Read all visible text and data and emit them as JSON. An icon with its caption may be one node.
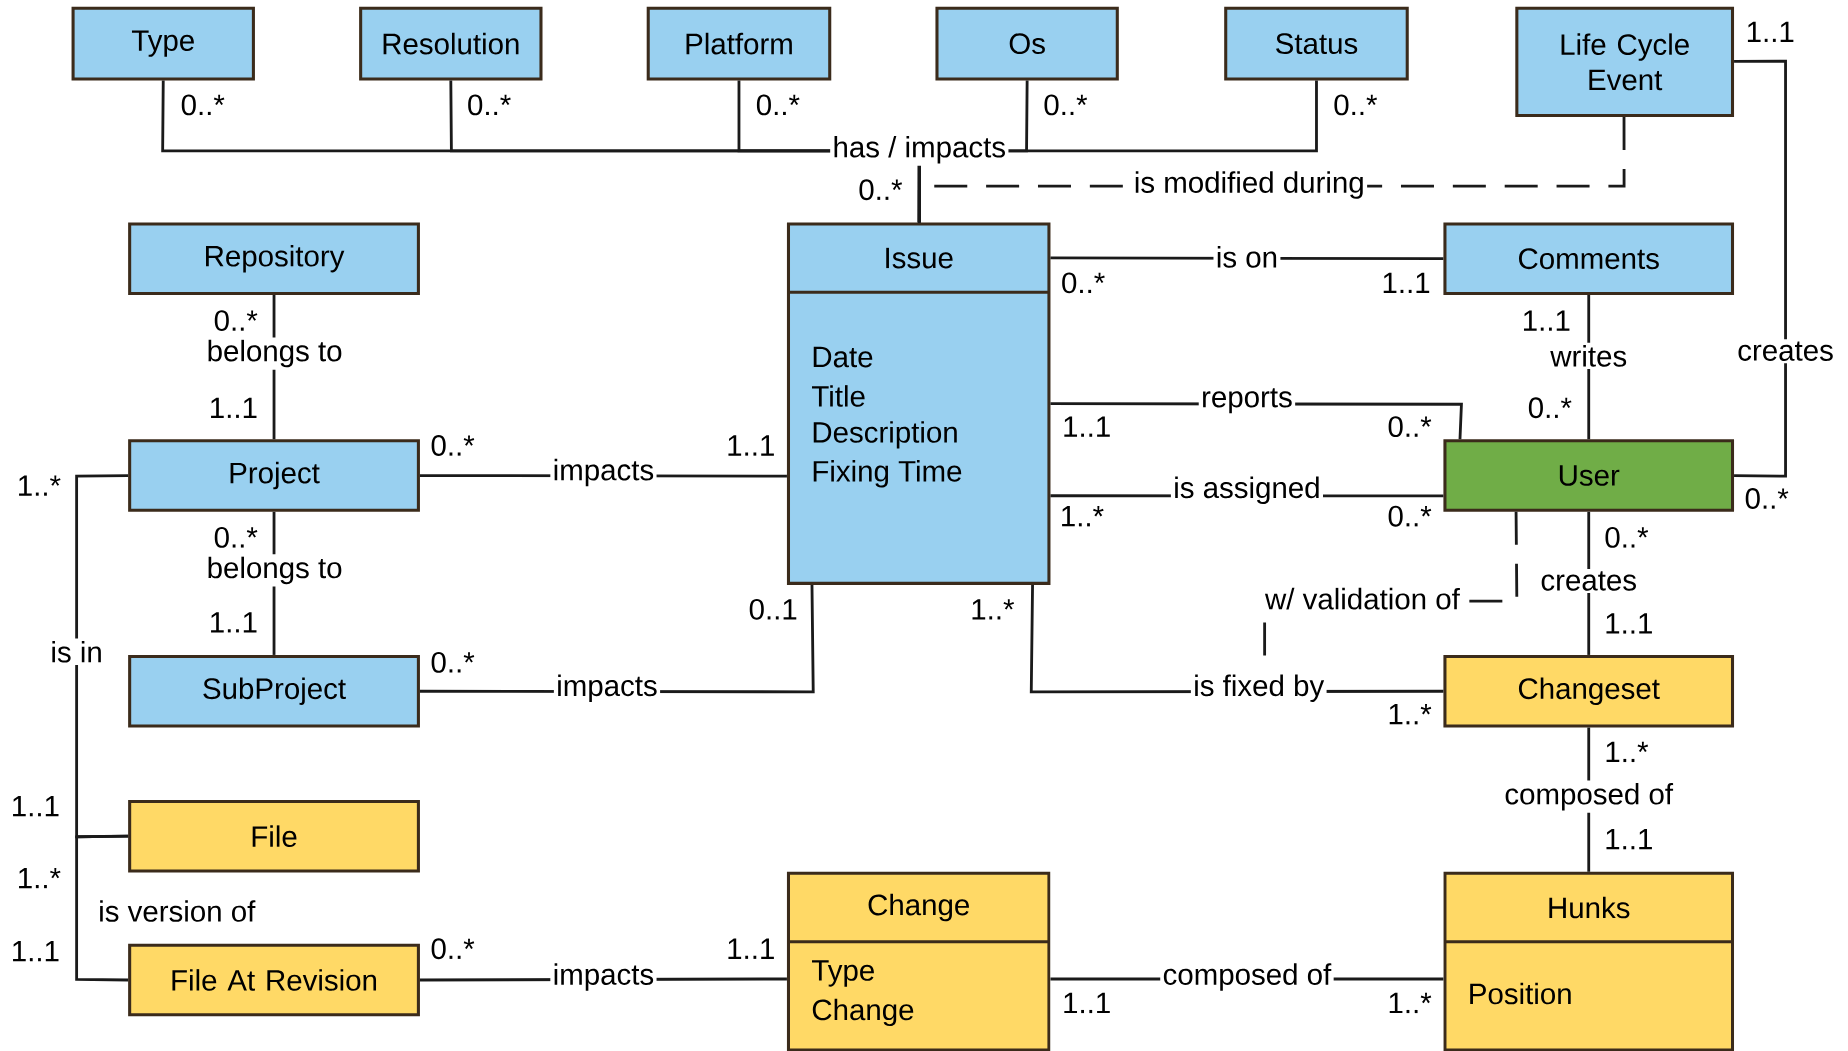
{
  "diagram": {
    "nodes": [
      {
        "text": [
          "Type"
        ]
      },
      {
        "text": [
          "Resolution"
        ]
      },
      {
        "text": [
          "Platform"
        ]
      },
      {
        "text": [
          "Os"
        ]
      },
      {
        "text": [
          "Status"
        ]
      },
      {
        "text": [
          "Life Cycle Event"
        ]
      },
      {
        "text": [
          "Repository"
        ]
      },
      {
        "text": [
          "Issue",
          "Date",
          "Title",
          "Description",
          "Fixing Time"
        ]
      },
      {
        "text": [
          "Comments"
        ]
      },
      {
        "text": [
          "Project"
        ]
      },
      {
        "text": [
          "User"
        ]
      },
      {
        "text": [
          "SubProject"
        ]
      },
      {
        "text": [
          "Changeset"
        ]
      },
      {
        "text": [
          "File"
        ]
      },
      {
        "text": [
          "Change",
          "Type",
          "Change"
        ]
      },
      {
        "text": [
          "Hunks",
          "Position"
        ]
      },
      {
        "text": [
          "File At Revision"
        ]
      }
    ],
    "edges": [
      {
        "from": 0,
        "to": 7,
        "arrow": "none"
      },
      {
        "from": 1,
        "to": 7,
        "arrow": "none"
      },
      {
        "from": 2,
        "to": 7,
        "arrow": "none",
        "label": "has / impacts"
      },
      {
        "from": 3,
        "to": 7,
        "arrow": "none"
      },
      {
        "from": 4,
        "to": 7,
        "arrow": "none"
      },
      {
        "from": 5,
        "to": 7,
        "arrow": "none",
        "label": "is modified during",
        "style": "dashed"
      },
      {
        "from": 7,
        "to": 8,
        "arrow": "none",
        "label": "is on"
      },
      {
        "from": 8,
        "to": 10,
        "arrow": "none",
        "label": "writes"
      },
      {
        "from": 5,
        "to": 10,
        "arrow": "none",
        "label": "creates"
      },
      {
        "from": 6,
        "to": 9,
        "arrow": "none",
        "label": "belongs to"
      },
      {
        "from": 9,
        "to": 7,
        "arrow": "none",
        "label": "impacts"
      },
      {
        "from": 7,
        "to": 10,
        "arrow": "none",
        "label": "reports"
      },
      {
        "from": 7,
        "to": 10,
        "arrow": "none",
        "label": "is assigned"
      },
      {
        "from": 9,
        "to": 11,
        "arrow": "none",
        "label": "belongs to"
      },
      {
        "from": 10,
        "to": 12,
        "arrow": "none",
        "label": "creates"
      },
      {
        "from": 11,
        "to": 7,
        "arrow": "none",
        "label": "impacts"
      },
      {
        "from": 7,
        "to": 12,
        "arrow": "none",
        "label": "is fixed by"
      },
      {
        "from": 10,
        "to": null,
        "arrow": "none",
        "label": "w/ validation of",
        "style": "dashed"
      },
      {
        "from": 9,
        "to": 13,
        "arrow": "none",
        "label": "is in"
      },
      {
        "from": 12,
        "to": 15,
        "arrow": "none",
        "label": "composed of"
      },
      {
        "from": 13,
        "to": 16,
        "arrow": "none",
        "label": "is version of"
      },
      {
        "from": 16,
        "to": 14,
        "arrow": "none",
        "label": "impacts"
      },
      {
        "from": 14,
        "to": 15,
        "arrow": "none",
        "label": "composed of"
      }
    ],
    "labels": [
      "1..1",
      "0..*",
      "0..*",
      "0..*",
      "0..*",
      "0..*",
      "0..*",
      "0..*",
      "1..1",
      "0..*",
      "1..1",
      "1..1",
      "0..*",
      "1..1",
      "0..*",
      "0..*",
      "1..1",
      "1..*",
      "0..*",
      "1..*",
      "0..*",
      "0..*",
      "0..*",
      "0..1",
      "1..*",
      "1..1",
      "1..1",
      "0..*",
      "1..*",
      "1..*",
      "1..1",
      "1..1",
      "1..*",
      "1..1",
      "0..*",
      "1..1",
      "1..1",
      "1..*"
    ]
  }
}
